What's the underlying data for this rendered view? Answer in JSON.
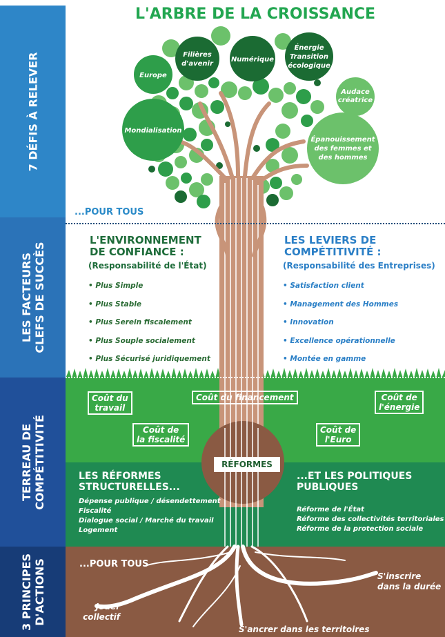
{
  "title": "L'ARBRE DE LA CROISSANCE",
  "sidebar": [
    {
      "label": "7 DÉFIS À RELEVER"
    },
    {
      "label_line1": "LES FACTEURS",
      "label_line2": "CLEFS DE SUCCÈS"
    },
    {
      "label_line1": "TERREAU DE",
      "label_line2": "COMPÉTITIVITÉ"
    },
    {
      "label_line1": "3 PRINCIPES",
      "label_line2": "D'ACTIONS"
    }
  ],
  "challenges": {
    "europe": "Europe",
    "filieres": [
      "Filières",
      "d'avenir"
    ],
    "numerique": "Numérique",
    "energie": [
      "Énergie",
      "Transition",
      "écologique"
    ],
    "audace": [
      "Audace",
      "créatrice"
    ],
    "mondialisation": "Mondialisation",
    "epanouissement": [
      "Épanouissement",
      "des femmes et",
      "des hommes"
    ]
  },
  "pour_tous_top": "...POUR TOUS",
  "left_factor": {
    "heading_line1": "L'ENVIRONNEMENT",
    "heading_line2": "DE CONFIANCE :",
    "subtitle": "(Responsabilité de l'État)",
    "items": [
      "• Plus Simple",
      "• Plus Stable",
      "• Plus Serein fiscalement",
      "• Plus Souple socialement",
      "• Plus Sécurisé juridiquement"
    ]
  },
  "right_factor": {
    "heading_line1": "LES LEVIERS DE",
    "heading_line2": "COMPÉTITIVITÉ :",
    "subtitle": "(Responsabilité des Entreprises)",
    "items": [
      "• Satisfaction client",
      "• Management des Hommes",
      "• Innovation",
      "• Excellence opérationnelle",
      "• Montée en gamme"
    ]
  },
  "costs": {
    "travail": [
      "Coût du",
      "travail"
    ],
    "financement": "Coût du financement",
    "energie": [
      "Coût de",
      "l'énergie"
    ],
    "fiscalite": [
      "Coût de",
      "la fiscalité"
    ],
    "euro": [
      "Coût de",
      "l'Euro"
    ]
  },
  "reformes_label": "RÉFORMES",
  "reforms_left": {
    "heading_line1": "LES RÉFORMES",
    "heading_line2": "STRUCTURELLES...",
    "items": [
      "Dépense publique / désendettement",
      "Fiscalité",
      "Dialogue social / Marché du travail",
      "Logement"
    ]
  },
  "reforms_right": {
    "heading_line1": "...ET LES POLITIQUES",
    "heading_line2": "PUBLIQUES",
    "items": [
      "Réforme de l'État",
      "Réforme des collectivités territoriales",
      "Réforme de la protection sociale"
    ]
  },
  "pour_tous_bottom": "...POUR TOUS",
  "principles": {
    "jouer": [
      "Jouer",
      "collectif"
    ],
    "inscrire": [
      "S'inscrire",
      "dans la durée"
    ],
    "ancrer": "S'ancrer dans les territoires"
  },
  "colors": {
    "title_green": "#22a650",
    "bubble_dark": "#1b6b33",
    "bubble_mid": "#2e9e4a",
    "bubble_light": "#6cc16b",
    "trunk": "#c89479",
    "soil": "#8a5a43"
  }
}
